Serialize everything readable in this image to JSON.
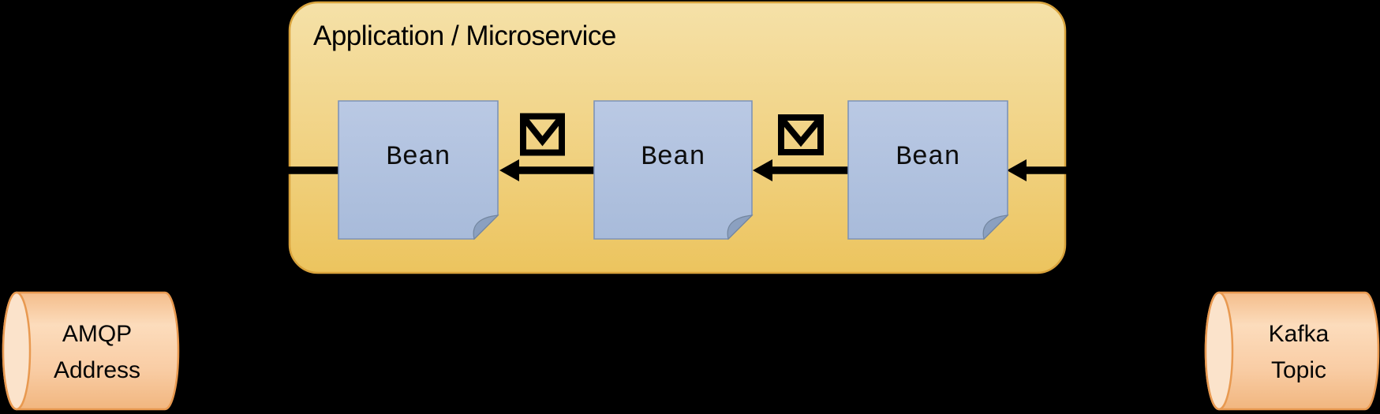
{
  "app": {
    "title": "Application / Microservice"
  },
  "beans": [
    {
      "label": "Bean"
    },
    {
      "label": "Bean"
    },
    {
      "label": "Bean"
    }
  ],
  "queues": [
    {
      "line1": "AMQP",
      "line2": "Address"
    },
    {
      "line1": "Kafka",
      "line2": "Topic"
    }
  ],
  "icons": [
    {
      "name": "message-envelope-icon",
      "glyph": "✉",
      "count": 2
    }
  ],
  "colors": {
    "background": "#000000",
    "app_box_fill_top": "#f5e1a8",
    "app_box_fill_bottom": "#ecc45e",
    "app_box_border": "#d9a33c",
    "bean_fill_top": "#b9c8e3",
    "bean_fill_bottom": "#aabddb",
    "bean_border": "#7d93b8",
    "bean_fold_fill": "#8ba0c0",
    "cylinder_fill": "#f9cda5",
    "cylinder_end_fill": "#fbe3cb",
    "cylinder_border": "#e89950",
    "connector": "#000000",
    "text": "#000000"
  }
}
